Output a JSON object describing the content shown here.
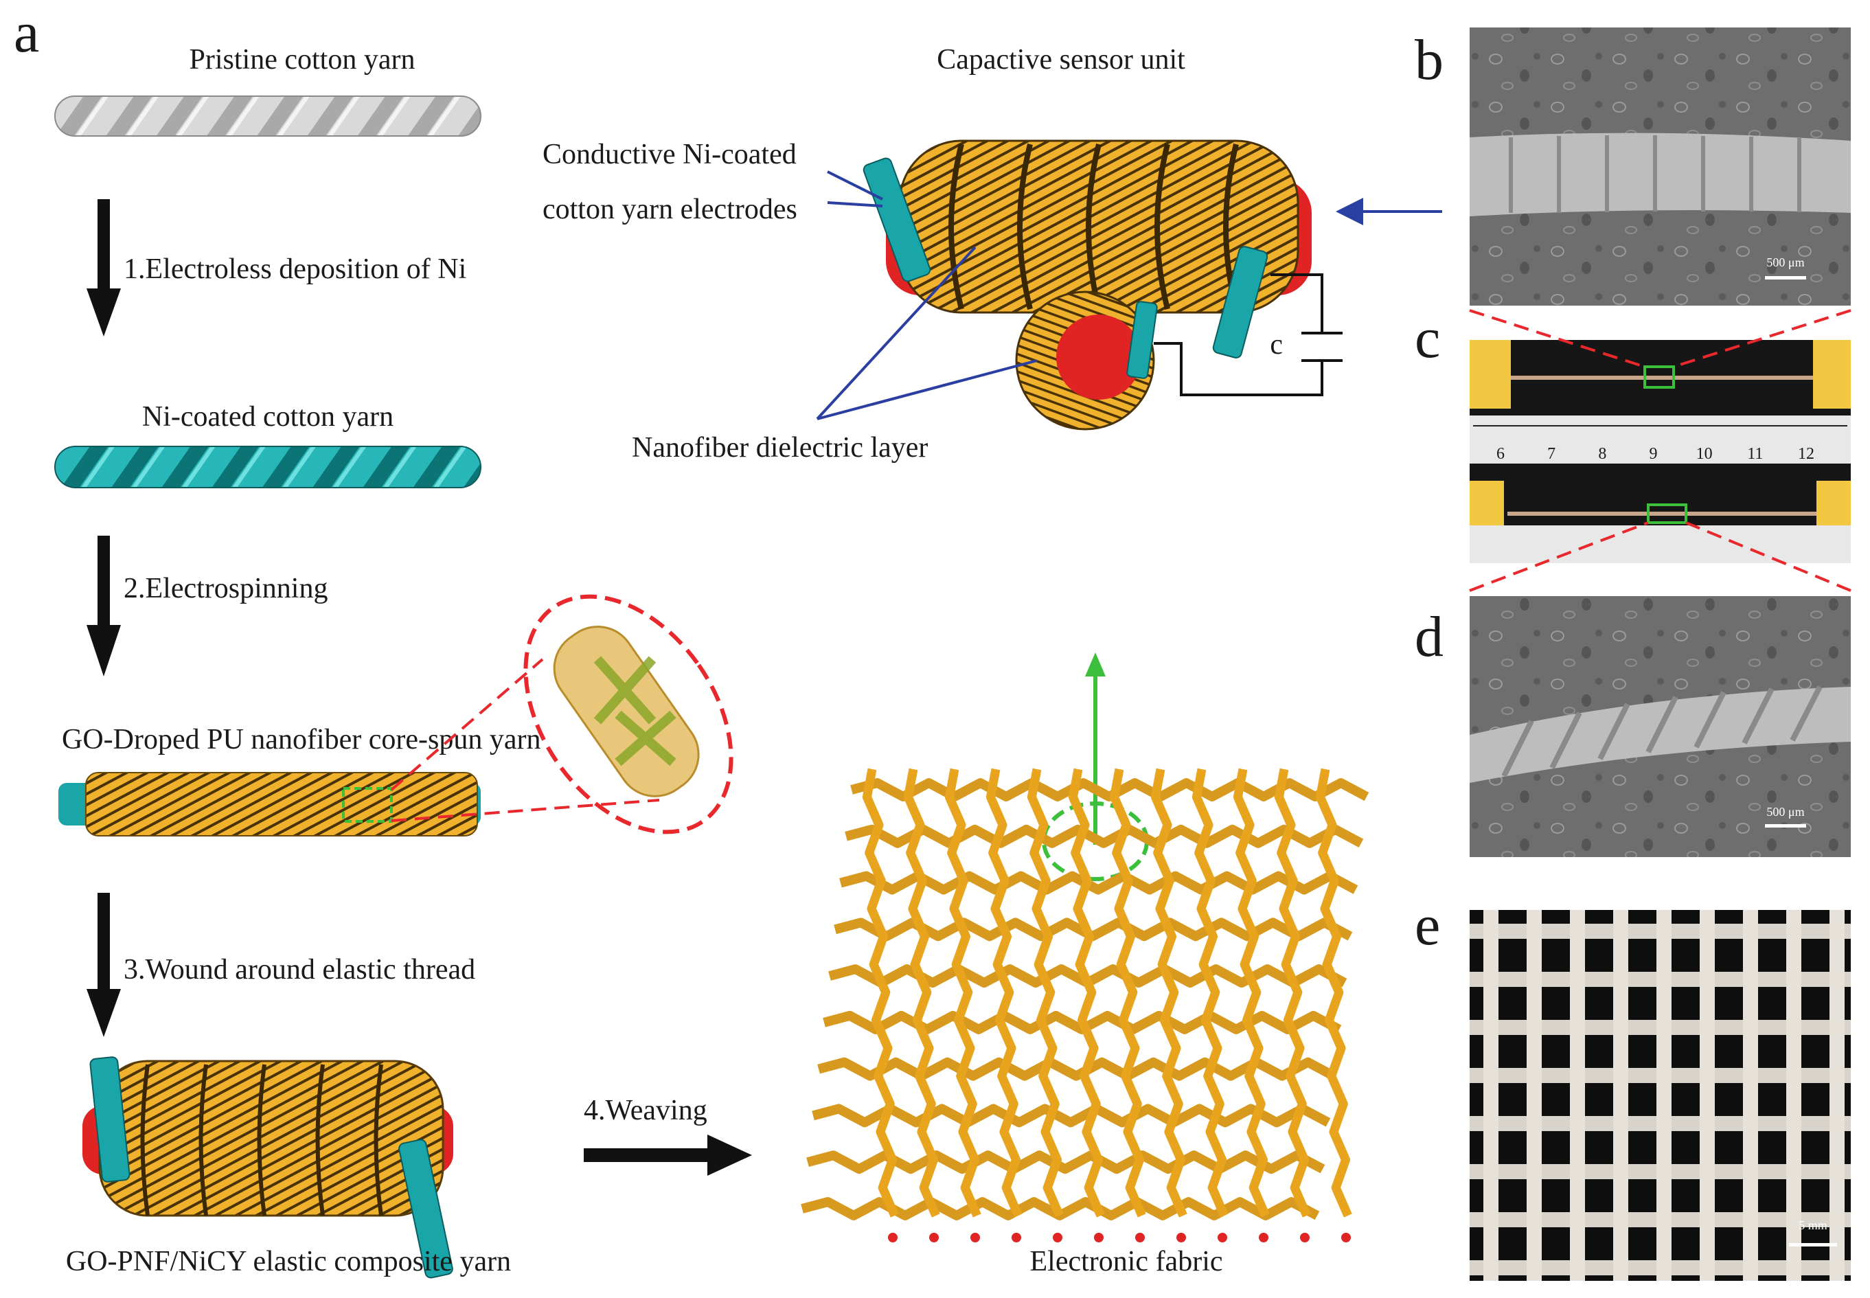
{
  "panels": {
    "a": "a",
    "b": "b",
    "c": "c",
    "d": "d",
    "e": "e"
  },
  "labels": {
    "pristine": "Pristine cotton yarn",
    "step1": "1.Electroless deposition of Ni",
    "ni_coated": "Ni-coated cotton yarn",
    "step2": "2.Electrospinning",
    "go_pu": "GO-Droped PU nanofiber core-spun yarn",
    "step3": "3.Wound around elastic thread",
    "composite": "GO-PNF/NiCY elastic composite yarn",
    "step4": "4.Weaving",
    "fabric": "Electronic fabric",
    "sensor_unit": "Capactive sensor unit",
    "electrode_line1": "Conductive Ni-coated",
    "electrode_line2": "cotton yarn electrodes",
    "dielectric": "Nanofiber dielectric layer",
    "capacitor": "c"
  },
  "scale_bars": {
    "b": "500 μm",
    "d": "500 μm",
    "e": "5 mm"
  },
  "ruler_c_top": [
    "6",
    "7",
    "8",
    "9",
    "10",
    "11",
    "12"
  ],
  "colors": {
    "cotton": "#cfcfcf",
    "nickel": "#1aa6a8",
    "yarn_orange": "#e8a41c",
    "core_red": "#e02424",
    "arrow_blue": "#2b3fa0",
    "zoom_red": "#e8282c",
    "highlight_green": "#3cc03c"
  }
}
